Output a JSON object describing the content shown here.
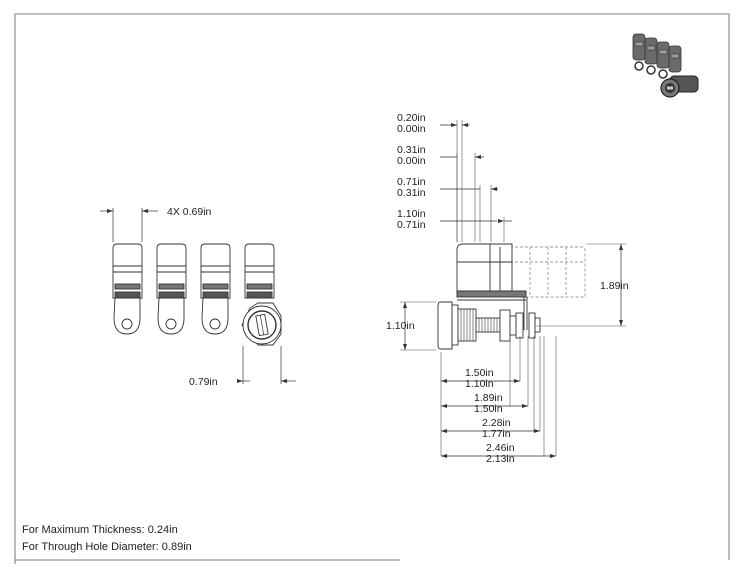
{
  "dimensions": {
    "front_spacing": "4X 0.69in",
    "front_width": "0.79in",
    "side_a_max": "0.20in",
    "side_a_min": "0.00in",
    "side_b_max": "0.31in",
    "side_b_min": "0.00in",
    "side_c_max": "0.71in",
    "side_c_min": "0.31in",
    "side_d_max": "1.10in",
    "side_d_min": "0.71in",
    "height_total": "1.89in",
    "height_body": "1.10in",
    "len_1_max": "1.50in",
    "len_1_min": "1.10in",
    "len_2_max": "1.89in",
    "len_2_min": "1.50in",
    "len_3_max": "2.28in",
    "len_3_min": "1.77in",
    "len_4_max": "2.46in",
    "len_4_min": "2.13in"
  },
  "notes": {
    "thickness": "For Maximum Thickness: 0.24in",
    "hole": "For Through Hole Diameter: 0.89in"
  }
}
